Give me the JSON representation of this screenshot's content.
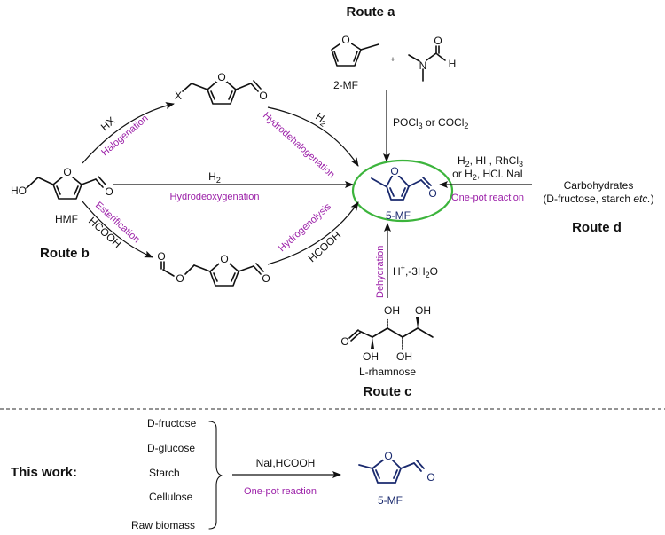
{
  "routes": {
    "a": {
      "title": "Route a",
      "reactant1": "2-MF",
      "plus": "+",
      "dmf_atoms": {
        "n": "N",
        "o": "O",
        "h": "H"
      },
      "reagent": "POCl3 or COCl2"
    },
    "b": {
      "title": "Route b",
      "start": "HMF",
      "start_atoms": {
        "ho": "HO",
        "o_ring": "O",
        "o_ald": "O"
      },
      "upper": {
        "reagent1": "HX",
        "step1": "Halogenation",
        "intermediate_atom": "X",
        "reagent2": "H2",
        "step2": "Hydrodehalogenation"
      },
      "middle": {
        "reagent": "H2",
        "step": "Hydrodeoxygenation"
      },
      "lower": {
        "reagent1": "HCOOH",
        "step1": "Esterification",
        "reagent2": "HCOOH",
        "step2": "Hydrogenolysis"
      }
    },
    "c": {
      "title": "Route c",
      "start": "L-rhamnose",
      "reagent": "H+,-3H2O",
      "step": "Dehydration",
      "oh": "OH",
      "o": "O"
    },
    "d": {
      "title": "Route d",
      "reagent_line1": "H2, HI , RhCl3",
      "reagent_line2": "or H2, HCl. NaI",
      "step": "One-pot reaction",
      "start_line1": "Carbohydrates",
      "start_line2_prefix": "(D-fructose, starch ",
      "start_line2_italic": "etc.",
      "start_line2_suffix": ")"
    }
  },
  "product": {
    "label": "5-MF",
    "o_ring": "O",
    "o_ald": "O",
    "highlight_color": "#3cb43c",
    "color": "#1a2a6e"
  },
  "this_work": {
    "title": "This work:",
    "substrates": [
      "D-fructose",
      "D-glucose",
      "Starch",
      "Cellulose",
      "Raw biomass"
    ],
    "reagent": "NaI,HCOOH",
    "step": "One-pot reaction",
    "product_label": "5-MF"
  },
  "colors": {
    "step_label": "#9b1fa8",
    "product": "#1a2a6e",
    "ellipse": "#3cb43c"
  }
}
